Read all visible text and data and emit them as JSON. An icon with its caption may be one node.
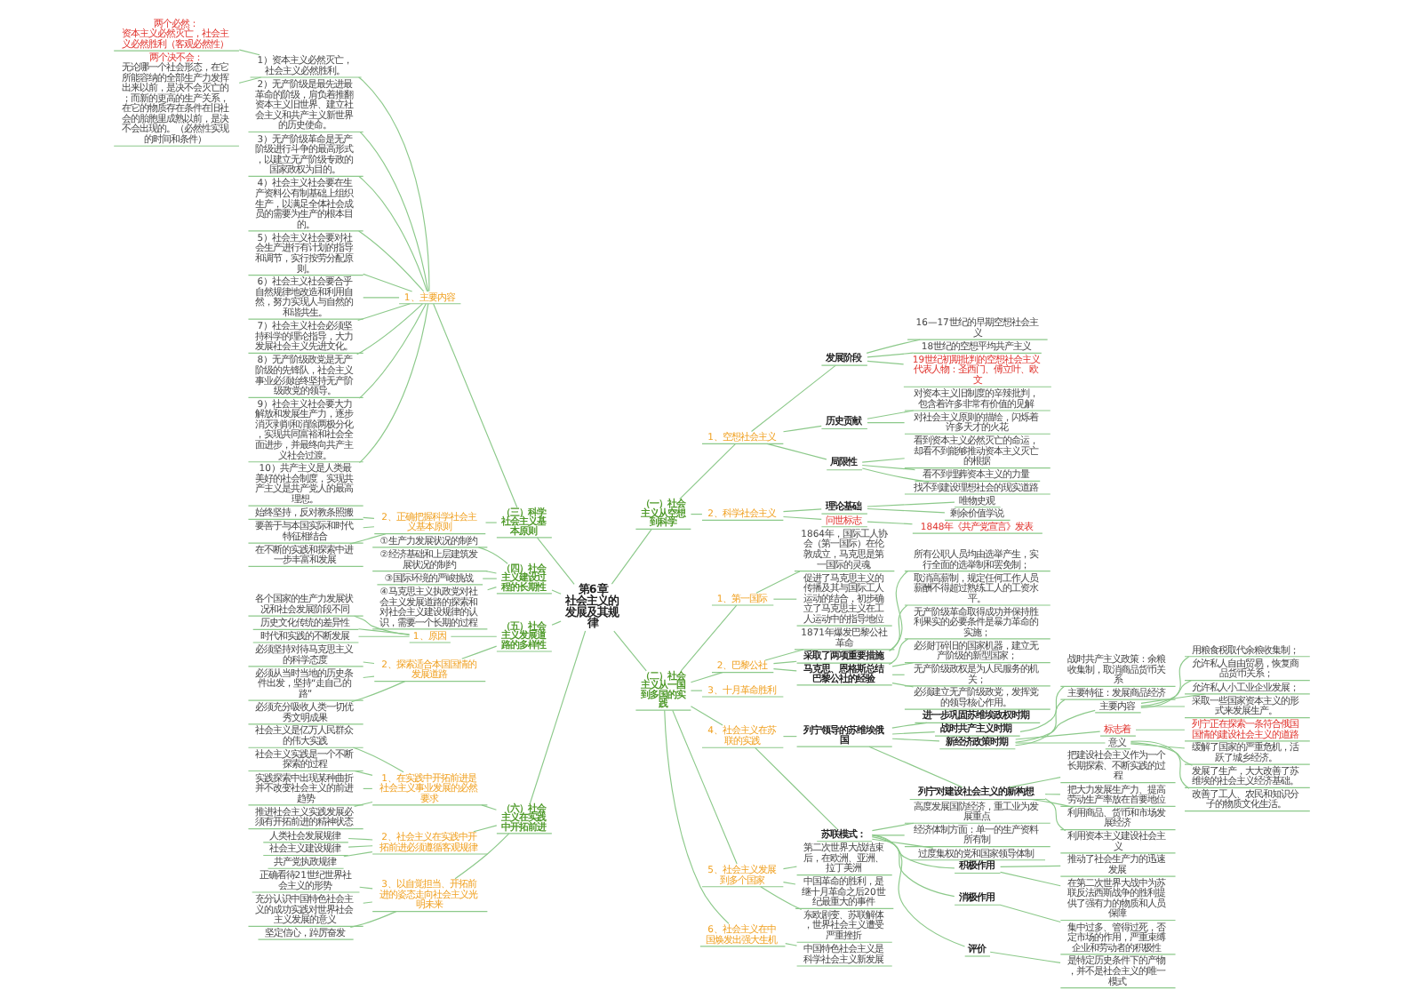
{
  "diagram": {
    "nodes": [
      {
        "text": [
          "第6章",
          "社会主义的发展及其规律"
        ]
      },
      {
        "text": [
          "（一）社会主义从空想到科学"
        ]
      },
      {
        "text": [
          "1、空想社会主义"
        ]
      },
      {
        "text": [
          "发展阶段"
        ]
      },
      {
        "text": [
          "16—17世纪的早期空想社会主义"
        ]
      },
      {
        "text": [
          "18世纪的空想平均共产主义"
        ]
      },
      {
        "text": [
          "19世纪初期批判的空想社会主义",
          "代表人物：圣西门、傅立叶、欧文"
        ]
      },
      {
        "text": [
          "历史贡献"
        ]
      },
      {
        "text": [
          "对资本主义旧制度的辛辣批判，包含着许多非常有价值的见解"
        ]
      },
      {
        "text": [
          "对社会主义原则的描绘，闪烁着许多天才的火花"
        ]
      },
      {
        "text": [
          "局限性"
        ]
      },
      {
        "text": [
          "看到资本主义必然灭亡的命运，却看不到能够推动资本主义灭亡的根据"
        ]
      },
      {
        "text": [
          "看不到埋葬资本主义的力量"
        ]
      },
      {
        "text": [
          "找不到建设理想社会的现实道路"
        ]
      },
      {
        "text": [
          "2、科学社会主义"
        ]
      },
      {
        "text": [
          "理论基础"
        ]
      },
      {
        "text": [
          "唯物史观"
        ]
      },
      {
        "text": [
          "剩余价值学说"
        ]
      },
      {
        "text": [
          "问世标志"
        ]
      },
      {
        "text": [
          "1848年《共产党宣言》发表"
        ]
      },
      {
        "text": [
          "（二）社会主义从一国到多国的实践"
        ]
      },
      {
        "text": [
          "1、第一国际"
        ]
      },
      {
        "text": [
          "1864年，国际工人协会（第一国际）在伦敦成立，马克思是第一国际的灵魂"
        ]
      },
      {
        "text": [
          "促进了马克思主义的传播及其与国际工人运动的结合，初步确立了马克思主义在工人运动中的指导地位"
        ]
      },
      {
        "text": [
          "2、巴黎公社"
        ]
      },
      {
        "text": [
          "1871年爆发巴黎公社革命"
        ]
      },
      {
        "text": [
          "采取了两项重要措施"
        ]
      },
      {
        "text": [
          "所有公职人员均由选举产生，实行全面的选举制和罢免制；"
        ]
      },
      {
        "text": [
          "取消高薪制，规定任何工作人员薪酬不得超过熟练工人的工资水平。"
        ]
      },
      {
        "text": [
          "马克思、恩格斯总结巴黎公社的经验"
        ]
      },
      {
        "text": [
          "无产阶级革命取得成功并保持胜利果实的必要条件是暴力革命的实施；"
        ]
      },
      {
        "text": [
          "必须打碎旧的国家机器，建立无产阶级的新型国家；"
        ]
      },
      {
        "text": [
          "无产阶级政权是为人民服务的机关；"
        ]
      },
      {
        "text": [
          "必须建立无产阶级政党，发挥党的领导核心作用。"
        ]
      },
      {
        "text": [
          "3、十月革命胜利"
        ]
      },
      {
        "text": [
          "4、社会主义在苏联的实践"
        ]
      },
      {
        "text": [
          "列宁领导的苏维埃俄国"
        ]
      },
      {
        "text": [
          "进一步巩固苏维埃政权时期"
        ]
      },
      {
        "text": [
          "战时共产主义时期"
        ]
      },
      {
        "text": [
          "战时共产主义政策：余粮收集制，取消商品货币关系"
        ]
      },
      {
        "text": [
          "新经济政策时期"
        ]
      },
      {
        "text": [
          "主要特征：发展商品经济"
        ]
      },
      {
        "text": [
          "主要内容"
        ]
      },
      {
        "text": [
          "用粮食税取代余粮收集制；"
        ]
      },
      {
        "text": [
          "允许私人自由贸易，恢复商品货币关系；"
        ]
      },
      {
        "text": [
          "允许私人小工业企业发展；"
        ]
      },
      {
        "text": [
          "采取一些国家资本主义的形式来发展生产。"
        ]
      },
      {
        "text": [
          "标志着"
        ]
      },
      {
        "text": [
          "列宁正在探索一条符合俄国国情的建设社会主义的道路"
        ]
      },
      {
        "text": [
          "意义"
        ]
      },
      {
        "text": [
          "缓解了国家的严重危机，活跃了城乡经济。"
        ]
      },
      {
        "text": [
          "发展了生产，大大改善了苏维埃的社会主义经济基础。"
        ]
      },
      {
        "text": [
          "改善了工人、农民和知识分子的物质文化生活。"
        ]
      },
      {
        "text": [
          "列宁对建设社会主义的新构想"
        ]
      },
      {
        "text": [
          "把建设社会主义作为一个长期探索、不断实践的过程"
        ]
      },
      {
        "text": [
          "把大力发展生产力、提高劳动生产率放在首要地位"
        ]
      },
      {
        "text": [
          "利用商品、货币和市场发展经济"
        ]
      },
      {
        "text": [
          "利用资本主义建设社会主义"
        ]
      },
      {
        "text": [
          "苏联模式："
        ]
      },
      {
        "text": [
          "高度发展国防经济，重工业为发展重点"
        ]
      },
      {
        "text": [
          "经济体制方面：单一的生产资料所有制"
        ]
      },
      {
        "text": [
          "过度集权的党和国家领导体制"
        ]
      },
      {
        "text": [
          "积极作用"
        ]
      },
      {
        "text": [
          "推动了社会生产力的迅速发展"
        ]
      },
      {
        "text": [
          "在第二次世界大战中为苏联反法西斯战争的胜利提供了强有力的物质和人员保障"
        ]
      },
      {
        "text": [
          "消极作用"
        ]
      },
      {
        "text": [
          "集中过多、管得过死，否定市场的作用，严重束缚企业和劳动者的积极性"
        ]
      },
      {
        "text": [
          "评价"
        ]
      },
      {
        "text": [
          "是特定历史条件下的产物，并不是社会主义的唯一模式"
        ]
      },
      {
        "text": [
          "5、社会主义发展到多个国家"
        ]
      },
      {
        "text": [
          "第二次世界大战结束后，在欧洲、亚洲、拉丁美洲"
        ]
      },
      {
        "text": [
          "中国革命的胜利，是继十月革命之后20世纪最重大的事件"
        ]
      },
      {
        "text": [
          "东欧剧变、苏联解体，世界社会主义遭受严重挫折"
        ]
      },
      {
        "text": [
          "6、社会主义在中国焕发出强大生机"
        ]
      },
      {
        "text": [
          "中国特色社会主义是科学社会主义新发展"
        ]
      },
      {
        "text": [
          "（三）科学社会主义基本原则"
        ]
      },
      {
        "text": [
          "1、主要内容"
        ]
      },
      {
        "text": [
          "1）资本主义必然灭亡，社会主义必然胜利。"
        ]
      },
      {
        "text": [
          "两个必然：",
          "资本主义必然灭亡，社会主义必然胜利（客观必然性）"
        ]
      },
      {
        "text": [
          "两个决不会：",
          "无论哪一个社会形态，在它所能容纳的全部生产力发挥出来以前，是决不会灭亡的；而新的更高的生产关系，在它的物质存在条件在旧社会的胎胞里成熟以前，是决不会出现的。（必然性实现的时间和条件）"
        ]
      },
      {
        "text": [
          "2）无产阶级是最先进最革命的阶级，肩负着推翻资本主义旧世界、建立社会主义和共产主义新世界的历史使命。"
        ]
      },
      {
        "text": [
          "3）无产阶级革命是无产阶级进行斗争的最高形式，以建立无产阶级专政的国家政权为目的。"
        ]
      },
      {
        "text": [
          "4）社会主义社会要在生产资料公有制基础上组织生产，以满足全体社会成员的需要为生产的根本目的。"
        ]
      },
      {
        "text": [
          "5）社会主义社会要对社会生产进行有计划的指导和调节，实行按劳分配原则。"
        ]
      },
      {
        "text": [
          "6）社会主义社会要合乎自然规律地改造和利用自然，努力实现人与自然的和谐共生。"
        ]
      },
      {
        "text": [
          "7）社会主义社会必须坚持科学的理论指导，大力发展社会主义先进文化。"
        ]
      },
      {
        "text": [
          "8）无产阶级政党是无产阶级的先锋队，社会主义事业必须始终坚持无产阶级政党的领导。"
        ]
      },
      {
        "text": [
          "9）社会主义社会要大力解放和发展生产力，逐步消灭剥削和消除两极分化，实现共同富裕和社会全面进步，并最终向共产主义社会过渡。"
        ]
      },
      {
        "text": [
          "10）共产主义是人类最美好的社会制度，实现共产主义是共产党人的最高理想。"
        ]
      },
      {
        "text": [
          "2、正确把握科学社会主义基本原则"
        ]
      },
      {
        "text": [
          "始终坚持，反对教条照搬"
        ]
      },
      {
        "text": [
          "要善于与本国实际和时代特征相结合"
        ]
      },
      {
        "text": [
          "在不断的实践和探索中进一步丰富和发展"
        ]
      },
      {
        "text": [
          "（四）社会主义建设过程的长期性"
        ]
      },
      {
        "text": [
          "①生产力发展状况的制约"
        ]
      },
      {
        "text": [
          "②经济基础和上层建筑发展状况的制约"
        ]
      },
      {
        "text": [
          "③国际环境的严峻挑战"
        ]
      },
      {
        "text": [
          "④马克思主义执政党对社会主义发展道路的探索和对社会主义建设规律的认识，需要一个长期的过程"
        ]
      },
      {
        "text": [
          "（五）社会主义发展道路的多样性"
        ]
      },
      {
        "text": [
          "1、原因"
        ]
      },
      {
        "text": [
          "各个国家的生产力发展状况和社会发展阶段不同"
        ]
      },
      {
        "text": [
          "历史文化传统的差异性"
        ]
      },
      {
        "text": [
          "时代和实践的不断发展"
        ]
      },
      {
        "text": [
          "2、探索适合本国国情的发展道路"
        ]
      },
      {
        "text": [
          "必须坚持对待马克思主义的科学态度"
        ]
      },
      {
        "text": [
          "必须从当时当地的历史条件出发，坚持“走自己的路”"
        ]
      },
      {
        "text": [
          "必须充分吸收人类一切优秀文明成果"
        ]
      },
      {
        "text": [
          "（六）社会主义在实践中开拓前进"
        ]
      },
      {
        "text": [
          "1、在实践中开拓前进是社会主义事业发展的必然要求"
        ]
      },
      {
        "text": [
          "社会主义是亿万人民群众的伟大实践"
        ]
      },
      {
        "text": [
          "社会主义实践是一个不断探索的过程"
        ]
      },
      {
        "text": [
          "实践探索中出现某种曲折并不改变社会主义的前进趋势"
        ]
      },
      {
        "text": [
          "推进社会主义实践发展必须有开拓前进的精神状态"
        ]
      },
      {
        "text": [
          "2、社会主义在实践中开拓前进必须遵循客观规律"
        ]
      },
      {
        "text": [
          "人类社会发展规律"
        ]
      },
      {
        "text": [
          "社会主义建设规律"
        ]
      },
      {
        "text": [
          "共产党执政规律"
        ]
      },
      {
        "text": [
          "3、以自觉担当、开拓前进的姿态走向社会主义光明未来"
        ]
      },
      {
        "text": [
          "正确看待21世纪世界社会主义的形势"
        ]
      },
      {
        "text": [
          "充分认识中国特色社会主义的成功实践对世界社会主义发展的意义"
        ]
      },
      {
        "text": [
          "坚定信心，踔厉奋发"
        ]
      }
    ],
    "edges": [
      {
        "from": 0,
        "to": 1,
        "arrow": "none"
      },
      {
        "from": 1,
        "to": 2,
        "arrow": "none"
      },
      {
        "from": 2,
        "to": 3,
        "arrow": "none"
      },
      {
        "from": 3,
        "to": 4,
        "arrow": "none"
      },
      {
        "from": 3,
        "to": 5,
        "arrow": "none"
      },
      {
        "from": 3,
        "to": 6,
        "arrow": "none"
      },
      {
        "from": 2,
        "to": 7,
        "arrow": "none"
      },
      {
        "from": 7,
        "to": 8,
        "arrow": "none"
      },
      {
        "from": 7,
        "to": 9,
        "arrow": "none"
      },
      {
        "from": 2,
        "to": 10,
        "arrow": "none"
      },
      {
        "from": 10,
        "to": 11,
        "arrow": "none"
      },
      {
        "from": 10,
        "to": 12,
        "arrow": "none"
      },
      {
        "from": 10,
        "to": 13,
        "arrow": "none"
      },
      {
        "from": 1,
        "to": 14,
        "arrow": "none"
      },
      {
        "from": 14,
        "to": 15,
        "arrow": "none"
      },
      {
        "from": 15,
        "to": 16,
        "arrow": "none"
      },
      {
        "from": 15,
        "to": 17,
        "arrow": "none"
      },
      {
        "from": 14,
        "to": 18,
        "arrow": "none"
      },
      {
        "from": 18,
        "to": 19,
        "arrow": "none"
      },
      {
        "from": 0,
        "to": 20,
        "arrow": "none"
      },
      {
        "from": 20,
        "to": 21,
        "arrow": "none"
      },
      {
        "from": 21,
        "to": 22,
        "arrow": "none"
      },
      {
        "from": 21,
        "to": 23,
        "arrow": "none"
      },
      {
        "from": 20,
        "to": 24,
        "arrow": "none"
      },
      {
        "from": 24,
        "to": 25,
        "arrow": "none"
      },
      {
        "from": 24,
        "to": 26,
        "arrow": "none"
      },
      {
        "from": 26,
        "to": 27,
        "arrow": "none"
      },
      {
        "from": 26,
        "to": 28,
        "arrow": "none"
      },
      {
        "from": 24,
        "to": 29,
        "arrow": "none"
      },
      {
        "from": 29,
        "to": 30,
        "arrow": "none"
      },
      {
        "from": 29,
        "to": 31,
        "arrow": "none"
      },
      {
        "from": 29,
        "to": 32,
        "arrow": "none"
      },
      {
        "from": 29,
        "to": 33,
        "arrow": "none"
      },
      {
        "from": 20,
        "to": 34,
        "arrow": "none"
      },
      {
        "from": 20,
        "to": 35,
        "arrow": "none"
      },
      {
        "from": 35,
        "to": 36,
        "arrow": "none"
      },
      {
        "from": 36,
        "to": 37,
        "arrow": "none"
      },
      {
        "from": 36,
        "to": 38,
        "arrow": "none"
      },
      {
        "from": 38,
        "to": 39,
        "arrow": "none"
      },
      {
        "from": 36,
        "to": 40,
        "arrow": "none"
      },
      {
        "from": 40,
        "to": 41,
        "arrow": "none"
      },
      {
        "from": 40,
        "to": 42,
        "arrow": "none"
      },
      {
        "from": 42,
        "to": 43,
        "arrow": "none"
      },
      {
        "from": 42,
        "to": 44,
        "arrow": "none"
      },
      {
        "from": 42,
        "to": 45,
        "arrow": "none"
      },
      {
        "from": 42,
        "to": 46,
        "arrow": "none"
      },
      {
        "from": 40,
        "to": 47,
        "arrow": "none"
      },
      {
        "from": 47,
        "to": 48,
        "arrow": "none"
      },
      {
        "from": 40,
        "to": 49,
        "arrow": "none"
      },
      {
        "from": 49,
        "to": 50,
        "arrow": "none"
      },
      {
        "from": 49,
        "to": 51,
        "arrow": "none"
      },
      {
        "from": 49,
        "to": 52,
        "arrow": "none"
      },
      {
        "from": 36,
        "to": 53,
        "arrow": "none"
      },
      {
        "from": 53,
        "to": 54,
        "arrow": "none"
      },
      {
        "from": 53,
        "to": 55,
        "arrow": "none"
      },
      {
        "from": 53,
        "to": 56,
        "arrow": "none"
      },
      {
        "from": 53,
        "to": 57,
        "arrow": "none"
      },
      {
        "from": 35,
        "to": 58,
        "arrow": "none"
      },
      {
        "from": 58,
        "to": 59,
        "arrow": "none"
      },
      {
        "from": 58,
        "to": 60,
        "arrow": "none"
      },
      {
        "from": 58,
        "to": 61,
        "arrow": "none"
      },
      {
        "from": 58,
        "to": 62,
        "arrow": "none"
      },
      {
        "from": 62,
        "to": 63,
        "arrow": "none"
      },
      {
        "from": 62,
        "to": 64,
        "arrow": "none"
      },
      {
        "from": 58,
        "to": 65,
        "arrow": "none"
      },
      {
        "from": 65,
        "to": 66,
        "arrow": "none"
      },
      {
        "from": 58,
        "to": 67,
        "arrow": "none"
      },
      {
        "from": 67,
        "to": 68,
        "arrow": "none"
      },
      {
        "from": 20,
        "to": 69,
        "arrow": "none"
      },
      {
        "from": 69,
        "to": 70,
        "arrow": "none"
      },
      {
        "from": 69,
        "to": 71,
        "arrow": "none"
      },
      {
        "from": 69,
        "to": 72,
        "arrow": "none"
      },
      {
        "from": 20,
        "to": 73,
        "arrow": "none"
      },
      {
        "from": 73,
        "to": 74,
        "arrow": "none"
      },
      {
        "from": 75,
        "to": 0,
        "arrow": "none"
      },
      {
        "from": 76,
        "to": 75,
        "arrow": "none"
      },
      {
        "from": 77,
        "to": 76,
        "arrow": "none"
      },
      {
        "from": 78,
        "to": 77,
        "arrow": "none"
      },
      {
        "from": 79,
        "to": 77,
        "arrow": "none"
      },
      {
        "from": 80,
        "to": 76,
        "arrow": "none"
      },
      {
        "from": 81,
        "to": 76,
        "arrow": "none"
      },
      {
        "from": 82,
        "to": 76,
        "arrow": "none"
      },
      {
        "from": 83,
        "to": 76,
        "arrow": "none"
      },
      {
        "from": 84,
        "to": 76,
        "arrow": "none"
      },
      {
        "from": 85,
        "to": 76,
        "arrow": "none"
      },
      {
        "from": 86,
        "to": 76,
        "arrow": "none"
      },
      {
        "from": 87,
        "to": 76,
        "arrow": "none"
      },
      {
        "from": 88,
        "to": 76,
        "arrow": "none"
      },
      {
        "from": 89,
        "to": 75,
        "arrow": "none"
      },
      {
        "from": 90,
        "to": 89,
        "arrow": "none"
      },
      {
        "from": 91,
        "to": 89,
        "arrow": "none"
      },
      {
        "from": 92,
        "to": 89,
        "arrow": "none"
      },
      {
        "from": 93,
        "to": 0,
        "arrow": "none"
      },
      {
        "from": 94,
        "to": 93,
        "arrow": "none"
      },
      {
        "from": 95,
        "to": 93,
        "arrow": "none"
      },
      {
        "from": 96,
        "to": 93,
        "arrow": "none"
      },
      {
        "from": 97,
        "to": 93,
        "arrow": "none"
      },
      {
        "from": 98,
        "to": 0,
        "arrow": "none"
      },
      {
        "from": 99,
        "to": 98,
        "arrow": "none"
      },
      {
        "from": 100,
        "to": 99,
        "arrow": "none"
      },
      {
        "from": 101,
        "to": 99,
        "arrow": "none"
      },
      {
        "from": 102,
        "to": 99,
        "arrow": "none"
      },
      {
        "from": 103,
        "to": 98,
        "arrow": "none"
      },
      {
        "from": 104,
        "to": 103,
        "arrow": "none"
      },
      {
        "from": 105,
        "to": 103,
        "arrow": "none"
      },
      {
        "from": 106,
        "to": 103,
        "arrow": "none"
      },
      {
        "from": 107,
        "to": 0,
        "arrow": "none"
      },
      {
        "from": 108,
        "to": 107,
        "arrow": "none"
      },
      {
        "from": 109,
        "to": 108,
        "arrow": "none"
      },
      {
        "from": 110,
        "to": 108,
        "arrow": "none"
      },
      {
        "from": 111,
        "to": 108,
        "arrow": "none"
      },
      {
        "from": 112,
        "to": 108,
        "arrow": "none"
      },
      {
        "from": 113,
        "to": 107,
        "arrow": "none"
      },
      {
        "from": 114,
        "to": 113,
        "arrow": "none"
      },
      {
        "from": 115,
        "to": 113,
        "arrow": "none"
      },
      {
        "from": 116,
        "to": 113,
        "arrow": "none"
      },
      {
        "from": 117,
        "to": 107,
        "arrow": "none"
      },
      {
        "from": 118,
        "to": 117,
        "arrow": "none"
      },
      {
        "from": 119,
        "to": 117,
        "arrow": "none"
      },
      {
        "from": 120,
        "to": 117,
        "arrow": "none"
      }
    ]
  }
}
